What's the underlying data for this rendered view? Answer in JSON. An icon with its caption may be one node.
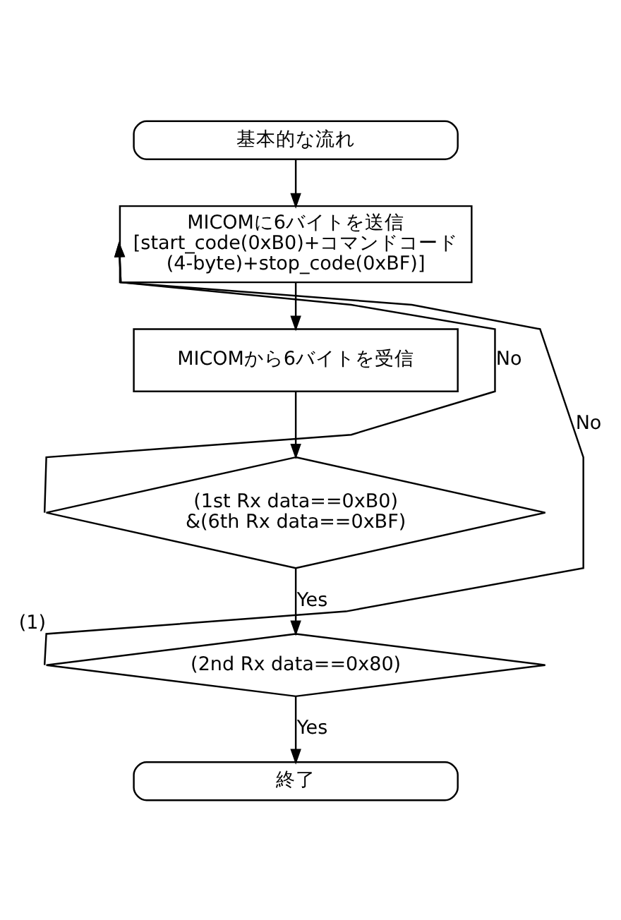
{
  "diagram": {
    "nodes": [
      {
        "text": [
          "基本的な流れ"
        ]
      },
      {
        "text": [
          "MICOMに6バイトを送信 [start_code(0xB0)+コマンドコード (4-byte)+stop_code(0xBF)]"
        ]
      },
      {
        "text": [
          "MICOMから6バイトを受信"
        ]
      },
      {
        "text": [
          "(1st Rx data==0xB0) &(6th Rx data==0xBF)"
        ]
      },
      {
        "text": [
          "(2nd Rx data==0x80)"
        ],
        "beside": [
          "(1)"
        ]
      },
      {
        "text": [
          "終了"
        ]
      }
    ],
    "edges": [
      {
        "from": 0,
        "to": 1,
        "arrow": "to"
      },
      {
        "from": 1,
        "to": 2,
        "arrow": "to"
      },
      {
        "from": 2,
        "to": 3,
        "arrow": "to"
      },
      {
        "from": 3,
        "to": 1,
        "arrow": "to",
        "label": "No"
      },
      {
        "from": 3,
        "to": 4,
        "arrow": "to",
        "label": "Yes"
      },
      {
        "from": 4,
        "to": 1,
        "arrow": "to",
        "label": "No"
      },
      {
        "from": 4,
        "to": 5,
        "arrow": "to",
        "label": "Yes"
      }
    ]
  }
}
